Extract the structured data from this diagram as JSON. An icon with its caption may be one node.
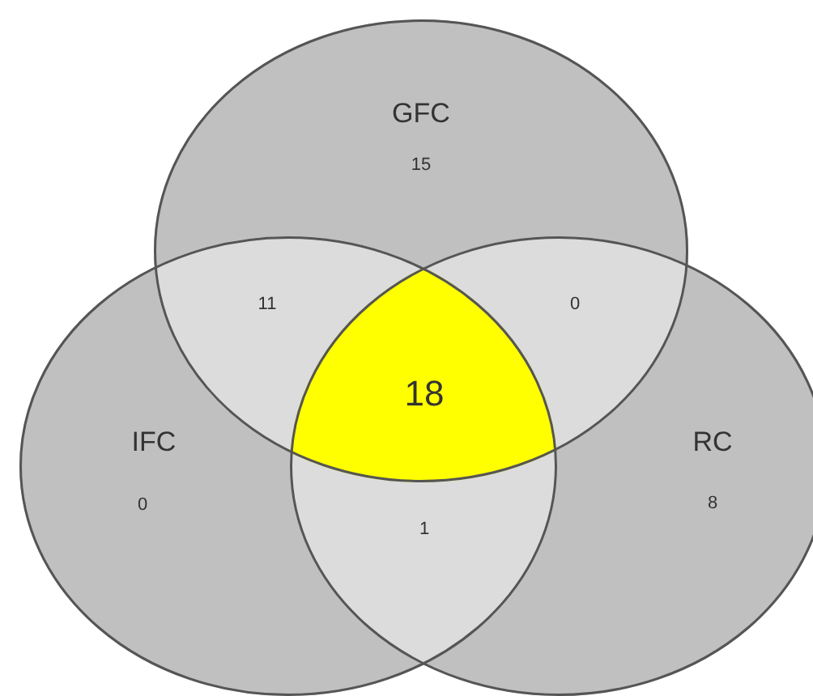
{
  "diagram": {
    "nodes": [
      {
        "text": [
          "GFC",
          "15"
        ]
      },
      {
        "text": [
          "IFC",
          "0"
        ]
      },
      {
        "text": [
          "RC",
          "8"
        ]
      }
    ],
    "labels": [
      "11",
      "0",
      "18",
      "1"
    ]
  }
}
